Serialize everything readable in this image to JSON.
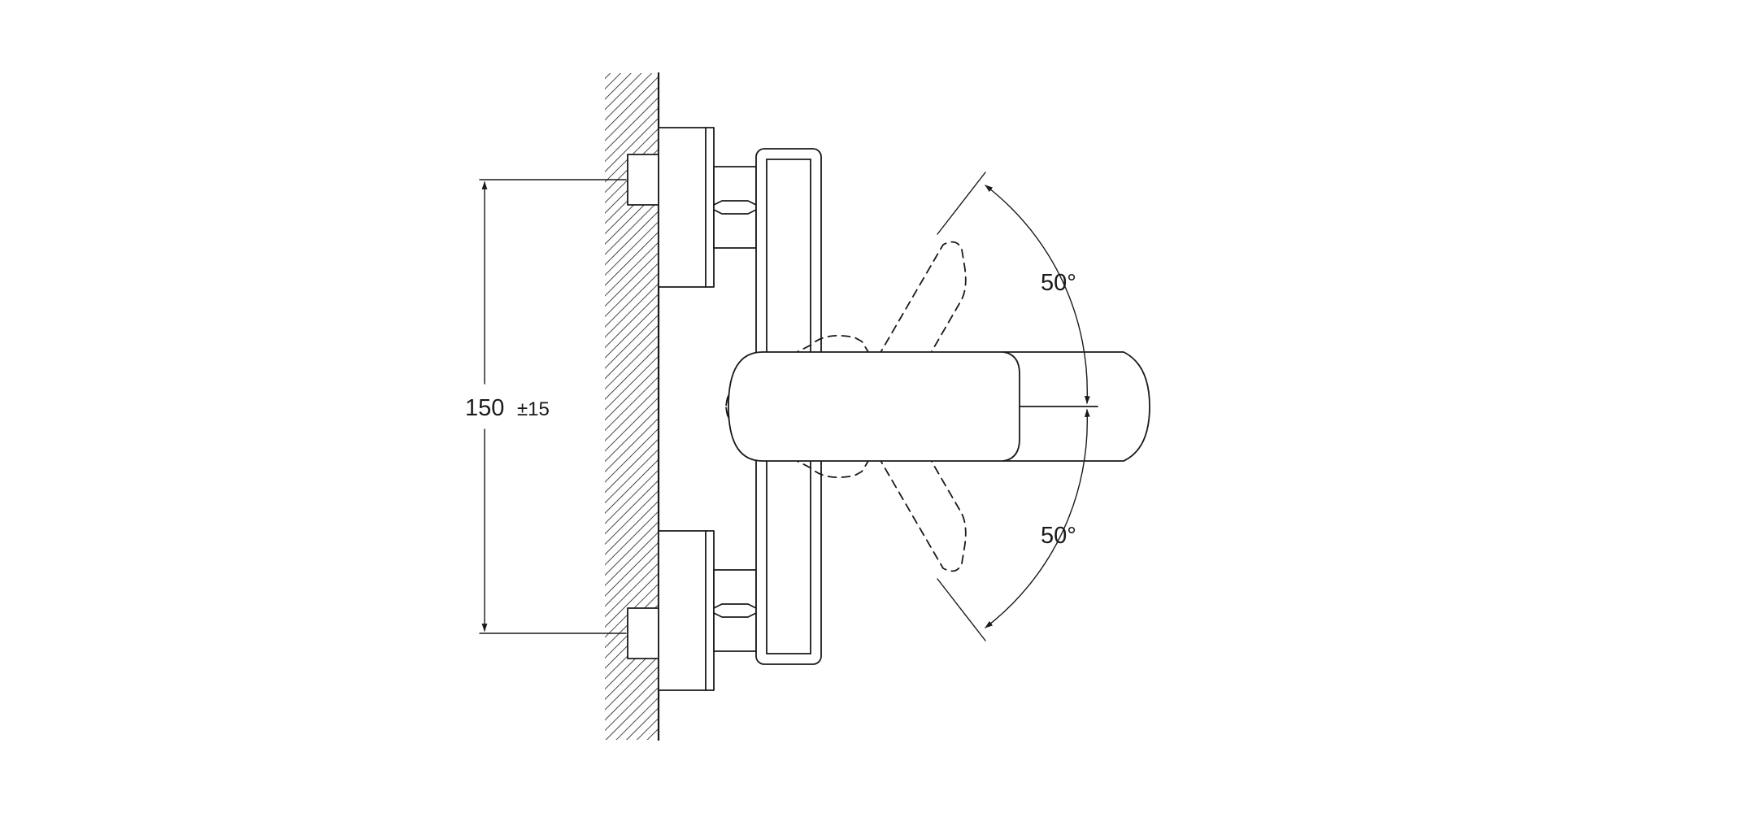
{
  "dimensions": {
    "spacing_value": "150",
    "spacing_tolerance": "±15",
    "rotation_up": "50°",
    "rotation_down": "50°"
  },
  "colors": {
    "line": "#1a1a1a",
    "background": "#ffffff"
  }
}
